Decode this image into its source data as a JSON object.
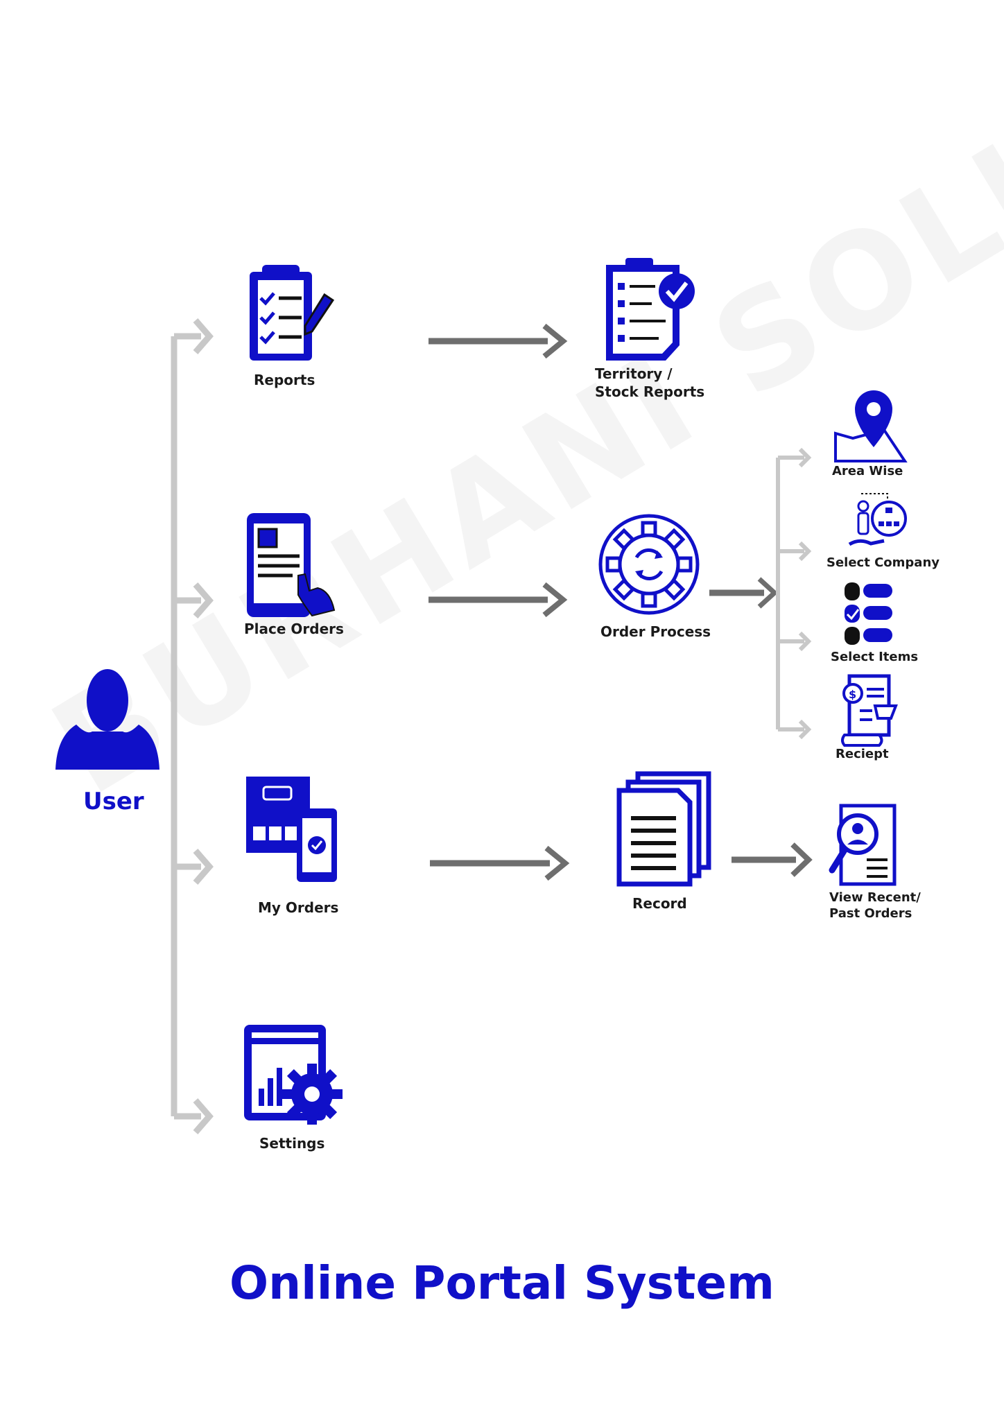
{
  "diagram": {
    "title": "Online Portal System",
    "watermark": "BURHANI SOLUTIONS",
    "root": {
      "label": "User",
      "icon": "user-icon"
    },
    "branches": [
      {
        "label": "Reports",
        "icon": "clipboard-checklist-icon"
      },
      {
        "label": "Place Orders",
        "icon": "mobile-order-icon"
      },
      {
        "label": "My Orders",
        "icon": "shop-mobile-icon"
      },
      {
        "label": "Settings",
        "icon": "dashboard-settings-icon"
      }
    ],
    "second_level": [
      {
        "label": "Territory /\nStock Reports",
        "icon": "report-check-icon"
      },
      {
        "label": "Order Process",
        "icon": "gear-cycle-icon"
      },
      {
        "label": "Record",
        "icon": "documents-stack-icon"
      }
    ],
    "order_process_steps": [
      {
        "label": "Area Wise",
        "icon": "map-pin-icon"
      },
      {
        "label": "Select Company",
        "icon": "company-select-icon"
      },
      {
        "label": "Select Items",
        "icon": "checklist-items-icon"
      },
      {
        "label": "Reciept",
        "icon": "receipt-icon"
      }
    ],
    "record_output": {
      "label": "View Recent/\nPast Orders",
      "icon": "profile-search-icon"
    },
    "colors": {
      "accent": "#1010c8",
      "connector": "#c8c8c8",
      "arrow": "#6e6e6e",
      "text": "#1a1a1a"
    }
  }
}
